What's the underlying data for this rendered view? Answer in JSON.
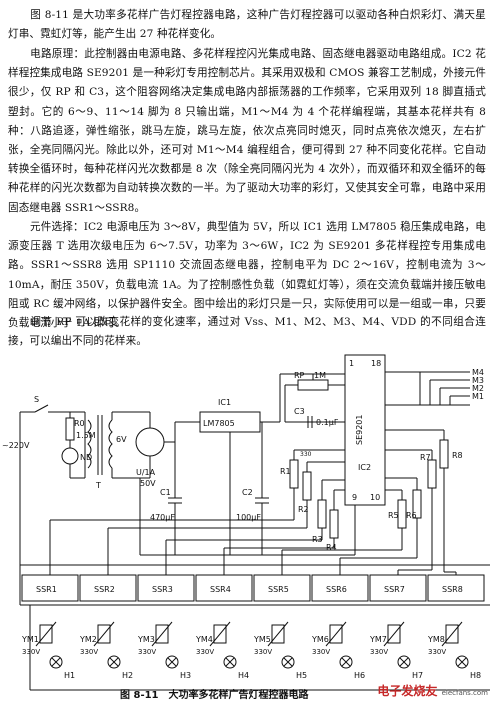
{
  "paragraphs": [
    "图 8-11 是大功率多花样广告灯程控器电路，这种广告灯程控器可以驱动各种白炽彩灯、满天星灯串、霓虹灯等，能产生出 27 种花样变化。",
    "电路原理：此控制器由电源电路、多花样程控闪光集成电路、固态继电器驱动电路组成。IC2 花样程控集成电路 SE9201 是一种彩灯专用控制芯片。其采用双极和 CMOS 兼容工艺制成，外接元件很少，仅 RP 和 C3，这个阻容网络决定集成电路内部振荡器的工作频率，它采用双列 18 脚直插式塑封。它的 6～9、11～14 脚为 8 只输出端，M1～M4 为 4 个花样编程端，其基本花样共有 8 种：八路追逐，弹性缩张，跳马左旋，跳马左旋，依次点亮同时熄灭，同时点亮依次熄灭，左右扩张，全亮同隔闪光。除此以外，还可对 M1～M4 编程组合，便可得到 27 种不同变化花样。它自动转换全循环时，每种花样闪光次数都是 8 次（除全亮同隔闪光为 4 次外），而双循环和双全循环的每种花样的闪光次数都为自动转换次数的一半。为了驱动大功率的彩灯，又使其安全可靠，电路中采用固态继电器 SSR1～SSR8。",
    "元件选择：IC2 电源电压为 3～8V，典型值为 5V，所以 IC1 选用 LM7805 稳压集成电路，电源变压器 T 选用次级电压为 6～7.5V，功率为 3～6W，IC2 为 SE9201 多花样程控专用集成电路。SSR1～SSR8 选用 SP1110 交流固态继电器，控制电平为 DC 2～16V，控制电流为 3～10mA，耐压 350V，负载电流 1A。为了控制感性负载（如霓虹灯等），须在交流负载端并接压敏电阻或 RC 缓冲网络，以保护器件安全。图中绘出的彩灯只是一只，实际使用可以是一组或一串，只要负载电流小于 1A 即可。",
    "调节 RP 可以改变花样的变化速率，通过对 Vss、M1、M2、M3、M4、VDD 的不同组合连接，可以编出不同的花样来。"
  ],
  "figure": {
    "caption": "图 8-11　大功率多花样广告灯程控器电路",
    "labels": {
      "switch": "S",
      "mains": "~220V",
      "r0": "R0",
      "r0_value": "1.5M",
      "neon": "ND",
      "transformer": "T",
      "secondary": "6V",
      "bridge": "U/1A",
      "bridge_volt": "50V",
      "ic1": "IC1",
      "ic1_part": "LM7805",
      "c1": "C1",
      "c1_value": "470μF",
      "c2": "C2",
      "c2_value": "100μF",
      "rp": "RP",
      "rp_value": "1M",
      "c3": "C3",
      "c3_value": "0.1μF",
      "ic2": "IC2",
      "ic2_part": "SE9201",
      "pin1": "1",
      "pin18": "18",
      "pin9": "9",
      "pin10": "10",
      "m_inputs": [
        "M4",
        "M3",
        "M2",
        "M1"
      ],
      "resistors": [
        "R1",
        "R2",
        "R3",
        "R4",
        "R5",
        "R6",
        "R7",
        "R8"
      ],
      "r_value": "330",
      "ssr": [
        "SSR1",
        "SSR2",
        "SSR3",
        "SSR4",
        "SSR5",
        "SSR6",
        "SSR7",
        "SSR8"
      ],
      "ym": [
        "YM1",
        "YM2",
        "YM3",
        "YM4",
        "YM5",
        "YM6",
        "YM7",
        "YM8"
      ],
      "ym_volt": "330V",
      "lamps": [
        "H1",
        "H2",
        "H3",
        "H4",
        "H5",
        "H6",
        "H7",
        "H8"
      ]
    }
  },
  "watermark": {
    "brand": "电子发烧友",
    "site": "elecfans.com"
  }
}
